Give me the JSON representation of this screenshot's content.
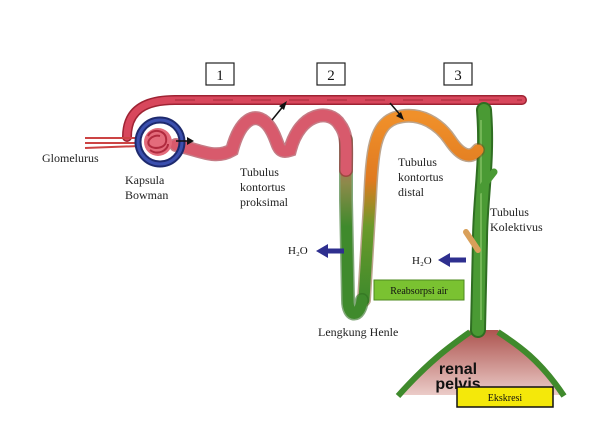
{
  "step_numbers": [
    "1",
    "2",
    "3"
  ],
  "labels": {
    "glomerulus": "Glomelurus",
    "bowman_line1": "Kapsula",
    "bowman_line2": "Bowman",
    "proximal_line1": "Tubulus",
    "proximal_line2": "kontortus",
    "proximal_line3": "proksimal",
    "distal_line1": "Tubulus",
    "distal_line2": "kontortus",
    "distal_line3": "distal",
    "collecting_line1": "Tubulus",
    "collecting_line2": "Kolektivus",
    "henle": "Lengkung Henle",
    "renal_line1": "renal",
    "renal_line2": "pelvis"
  },
  "water": {
    "left": "H₂O",
    "right": "H₂O"
  },
  "boxes": {
    "reabsorption": "Reabsorpsi air",
    "excretion": "Ekskresi"
  },
  "colors": {
    "vessel": "#d8475c",
    "capsule": "#2b3a86",
    "proximal": "#d85a6c",
    "distal_orange": "#f08a2a",
    "green": "#3f8a2c",
    "arrow_blue": "#2e2f8f",
    "reabsorption_box": "#7ac231",
    "excretion_box": "#f4e80a",
    "renal_pelvis": "#b54a46"
  }
}
